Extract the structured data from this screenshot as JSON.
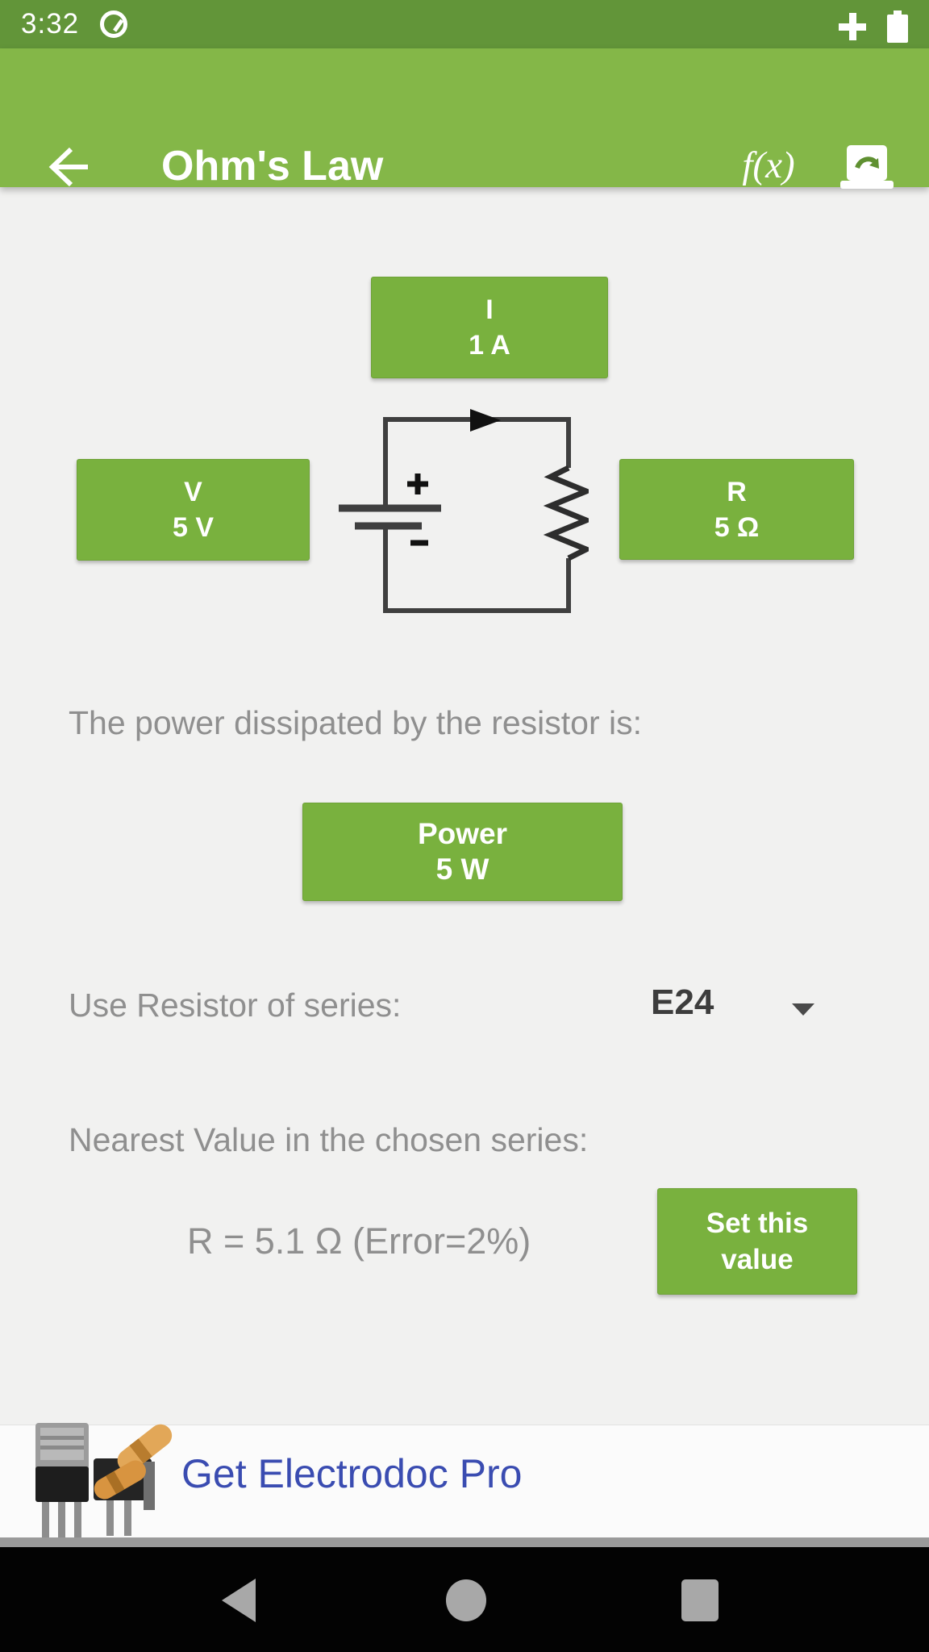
{
  "colors": {
    "status_bar_green": "#629539",
    "app_bar_green": "#84b748",
    "button_green": "#79b13e",
    "link_blue": "#3a4cb1",
    "background": "#f1f1f0",
    "label_gray": "#8f8f8f"
  },
  "status_bar": {
    "time": "3:32"
  },
  "app_bar": {
    "title": "Ohm's Law",
    "fx_icon_label": "f(x)"
  },
  "inputs": {
    "current": {
      "label": "I",
      "value": "1 A"
    },
    "voltage": {
      "label": "V",
      "value": "5 V"
    },
    "resistance": {
      "label": "R",
      "value": "5 Ω"
    }
  },
  "power_section": {
    "caption": "The power dissipated by the resistor is:",
    "button": {
      "label": "Power",
      "value": "5 W"
    }
  },
  "series_section": {
    "label": "Use Resistor of series:",
    "selected": "E24"
  },
  "nearest_section": {
    "label": "Nearest Value in the chosen series:",
    "value": "R = 5.1 Ω  (Error=2%)",
    "set_button": {
      "line1": "Set this",
      "line2": "value"
    }
  },
  "banner": {
    "link_label": "Get Electrodoc Pro"
  }
}
